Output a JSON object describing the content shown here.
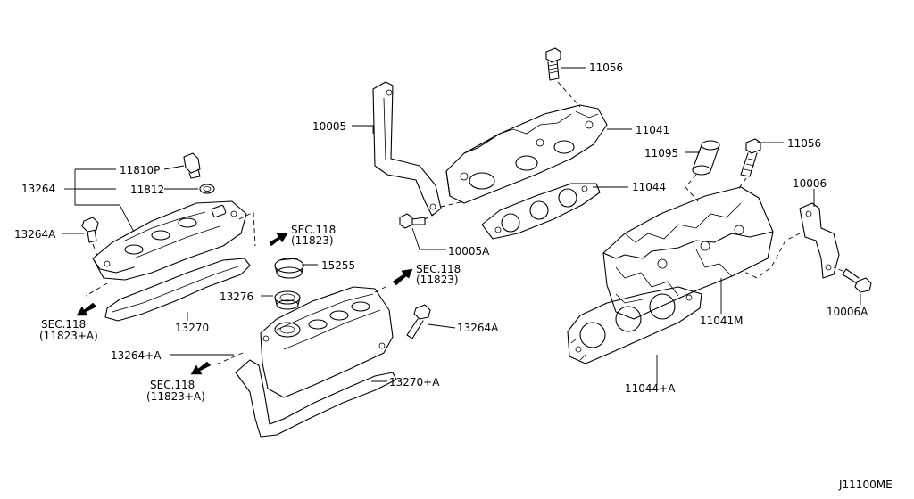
{
  "diagram_id": "J11100ME",
  "labels": {
    "p11056_top": "11056",
    "p11041": "11041",
    "p10005": "10005",
    "p11095": "11095",
    "p11044": "11044",
    "p10005a": "10005A",
    "p11056_right": "11056",
    "p10006": "10006",
    "p10006a": "10006A",
    "p11041m": "11041M",
    "p11044a": "11044+A",
    "p11810p": "11810P",
    "p13264": "13264",
    "p11812": "11812",
    "p13264a_left": "13264A",
    "p15255": "15255",
    "p13276": "13276",
    "p13270": "13270",
    "p13264a_right": "13264A",
    "p13264pa": "13264+A",
    "p13270pa": "13270+A"
  },
  "section_refs": {
    "upper_sec": "SEC.118",
    "upper_code": "(11823)",
    "mid_sec": "SEC.118",
    "mid_code": "(11823)",
    "left_sec": "SEC.118",
    "left_code": "(11823+A)",
    "bottom_sec": "SEC.118",
    "bottom_code": "(11823+A)"
  }
}
